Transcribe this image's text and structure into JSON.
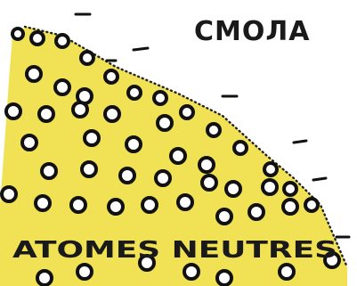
{
  "labels": {
    "resin": "СМОЛА",
    "neutral_atoms": "ATOMES NEUTRES"
  },
  "legend": {
    "atom_marker": "circle",
    "charge_marker": "minus"
  },
  "colors": {
    "resin_fill": "#f1e154",
    "atom_stroke": "#111111",
    "atom_fill": "#ffffff",
    "text": "#1a1a1a",
    "edge_dots": "#222222"
  }
}
